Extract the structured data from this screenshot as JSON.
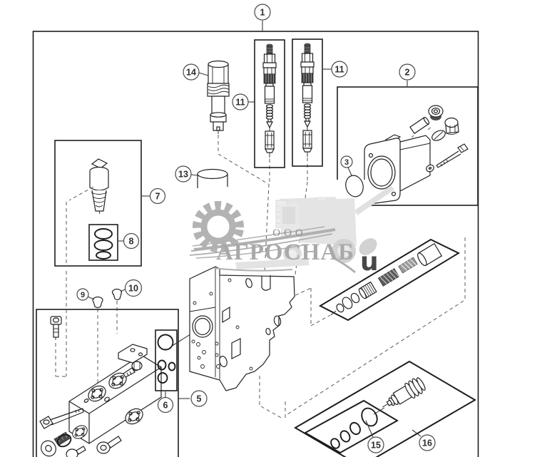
{
  "diagram": {
    "kind": "exploded-parts-diagram",
    "description": "Hydraulic valve assembly exploded view with numbered callouts"
  },
  "callouts": [
    {
      "id": "1",
      "label": "1",
      "part": "main-assembly-frame"
    },
    {
      "id": "2",
      "label": "2",
      "part": "end-cap-kit-box"
    },
    {
      "id": "3",
      "label": "3",
      "part": "o-ring"
    },
    {
      "id": "5",
      "label": "5",
      "part": "manifold-kit-box"
    },
    {
      "id": "6",
      "label": "6",
      "part": "seal-kit-inner-box"
    },
    {
      "id": "7",
      "label": "7",
      "part": "plug-kit-box"
    },
    {
      "id": "8",
      "label": "8",
      "part": "o-ring-kit-inner-box"
    },
    {
      "id": "9",
      "label": "9",
      "part": "small-plug"
    },
    {
      "id": "10",
      "label": "10",
      "part": "small-plug"
    },
    {
      "id": "11a",
      "label": "11",
      "part": "cartridge-valve-left"
    },
    {
      "id": "11b",
      "label": "11",
      "part": "cartridge-valve-right"
    },
    {
      "id": "13",
      "label": "13",
      "part": "cap"
    },
    {
      "id": "14",
      "label": "14",
      "part": "hex-plug-valve"
    },
    {
      "id": "15",
      "label": "15",
      "part": "seal-kit-parallelogram"
    },
    {
      "id": "16",
      "label": "16",
      "part": "cartridge-kit-parallelogram"
    }
  ],
  "watermark": {
    "line1": "ООО",
    "line2": "АГРОСНАБ",
    "stray_letter": "u"
  },
  "colors": {
    "background": "#ffffff",
    "line_art": "#222222",
    "dashed_lines": "#5a5a5a",
    "watermark_gear": "#b3b3b3",
    "watermark_text": "#a9a9a9",
    "watermark_light": "#e4e4e4",
    "watermark_dark_letter": "#484848"
  }
}
